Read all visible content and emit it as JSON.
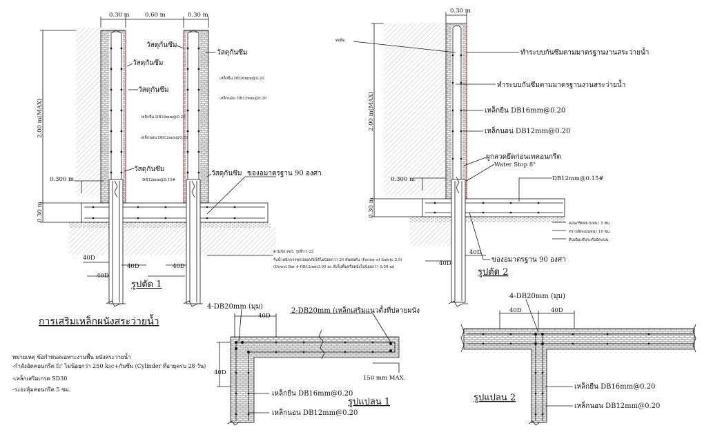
{
  "labels": {
    "s1_top_left": "0.30 m",
    "s1_top_mid": "0.60 m",
    "s1_top_right": "0.30 m",
    "s1_height": "2.00 m(MAX)",
    "s1_030_left": "0.300 m",
    "s1_030_base": "0.30 m",
    "s1_seal_1": "วัสดุกันซึม",
    "s1_seal_2": "วัสดุกันซึม",
    "s1_seal_3": "วัสดุกันซึม",
    "s1_seal_4": "วัสดุกันซึม",
    "s1_seal_5": "วัสดุกันซึม",
    "s1_seal_6": "วัสดุกันซึม",
    "s1_rb_1": "เหล็กยืน DB16mm@0.20",
    "s1_rb_2": "เหล็กนอน DB12mm@0.20",
    "s1_rb_3": "เหล็กยืน DB16mm@0.20",
    "s1_rb_4": "เหล็กนอน DB12mm@0.20",
    "s1_db12": "DB12mm@0.15#",
    "s1_hook": "ของอมาตรฐาน 90 องศา",
    "s1_note1": "ตามข้อ ตอร. รูปที่11-22",
    "s1_note2": "รับน้ำหนักบรรทุกปลอดภัยได้ไม่น้อยกว่า 20 ตันต่อต้น (Factor of Safety 2.5)",
    "s1_note3": "(Dowel Bar 4-DB12mm3.00 m. ฝังในพื้นหรือผนังไม่น้อยกว่า 0.50 m)",
    "s1_40d_1": "40D",
    "s1_40d_2": "40D",
    "s1_40d_3": "40D",
    "s1_40d_4": "40D",
    "s1_title": "รูปตัด 1",
    "s2_top": "0.30 m",
    "s2_pipe": "ท่อยึด",
    "s2_wp1": "ทำระบบกันซึมตามมาตรฐานงานสระว่ายน้ำ",
    "s2_wp2": "ทำระบบกันซึมตามมาตรฐานงานสระว่ายน้ำ",
    "s2_height": "2.00 m(MAX)",
    "s2_rb1": "เหล็กยืน DB16mm@0.20",
    "s2_rb2": "เหล็กนอน DB12mm@0.20",
    "s2_tie": "ผูกลวดยึดก่อนเทคอนกรีต",
    "s2_ws": "Water Stop 8\"",
    "s2_030_left": "0.300 m",
    "s2_db12": "DB12mm@0.15#",
    "s2_030_base": "0.30 m",
    "s2_lean": "คอนกรีตหยาบหนา 5 ซม.",
    "s2_sand": "ทรายอัดแน่นหนา 10 ซม.",
    "s2_soil": "ดินเดิมปรับระดับอัดแน่น",
    "s2_40d_1": "40D",
    "s2_40d_2": "40D",
    "s2_hook": "ของอมาตรฐาน 90 องศา",
    "s2_title": "รูปตัด 2",
    "main_title": "การเสริมเหล็กผนังสระว่ายน้ำ",
    "notes_title": "หมายเหตุ ข้อกำหนดเฉพาะงานพื้น ผนังสระว่ายน้ำ",
    "note_1": "-กำลังอัดคอนกรีต fc' ไม่น้อยกว่า 250 ksc+กันซึม (Cylinder ที่อายุครบ 28 วัน)",
    "note_2": "-เหล็กเสริมเกรด SD30",
    "note_3": "-ระยะหุ้มคอนกรีต 5 ซม.",
    "p1_corner": "4-DB20mm (มุม)",
    "p1_40d_top": "40D",
    "p1_end": "2-DB20mm (เหล็กเสริมแนวตั้งที่ปลายผนัง",
    "p1_40d_side": "40D",
    "p1_150": "150 mm MAX.",
    "p1_rb1": "เหล็กยืน DB16mm@0.20",
    "p1_rb2": "เหล็กนอน DB12mm@0.20",
    "p1_title": "รูปแปลน 1",
    "p2_corner": "4-DB20mm (มุม)",
    "p2_40d_l": "40D",
    "p2_40d_r": "40D",
    "p2_rb1": "เหล็กยืน DB16mm@0.20",
    "p2_rb2": "เหล็กนอน DB12mm@0.20",
    "p2_title": "รูปแปลน 2"
  },
  "colors": {
    "ink": "#111111",
    "waterproof": "#e0303a",
    "hatch": "#9a9a9a"
  }
}
